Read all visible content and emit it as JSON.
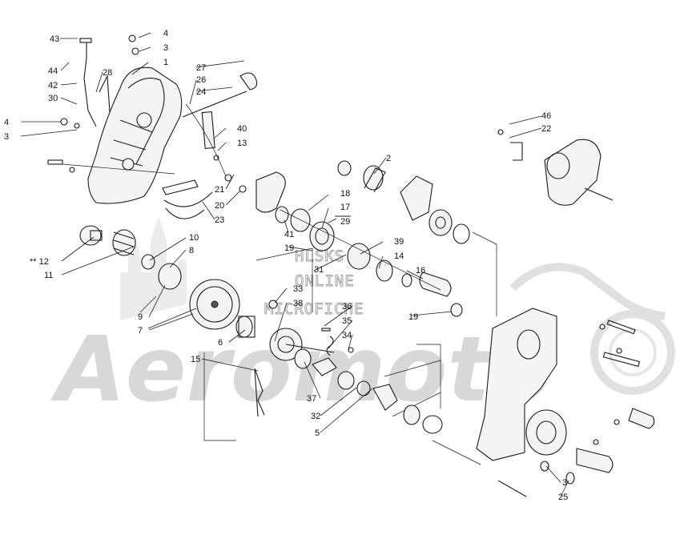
{
  "watermark": {
    "brand": "Aeromoto",
    "stamp_lines": [
      "HLSKS",
      "ONLINE",
      "MICROFICHE"
    ]
  },
  "callouts": [
    {
      "id": "c43",
      "text": "43"
    },
    {
      "id": "c4a",
      "text": "4"
    },
    {
      "id": "c3a",
      "text": "3"
    },
    {
      "id": "c1",
      "text": "1"
    },
    {
      "id": "c44",
      "text": "44"
    },
    {
      "id": "c42",
      "text": "42"
    },
    {
      "id": "c28",
      "text": "28"
    },
    {
      "id": "c30",
      "text": "30"
    },
    {
      "id": "c4b",
      "text": "4"
    },
    {
      "id": "c3b",
      "text": "3"
    },
    {
      "id": "c27",
      "text": "27"
    },
    {
      "id": "c26",
      "text": "26"
    },
    {
      "id": "c24",
      "text": "24"
    },
    {
      "id": "c40",
      "text": "40"
    },
    {
      "id": "c13",
      "text": "13"
    },
    {
      "id": "c21",
      "text": "21"
    },
    {
      "id": "c20",
      "text": "20"
    },
    {
      "id": "c23",
      "text": "23"
    },
    {
      "id": "c46",
      "text": "46"
    },
    {
      "id": "c22",
      "text": "22"
    },
    {
      "id": "c2",
      "text": "2"
    },
    {
      "id": "c18a",
      "text": "18"
    },
    {
      "id": "c17",
      "text": "17"
    },
    {
      "id": "c29",
      "text": "29"
    },
    {
      "id": "c41",
      "text": "41"
    },
    {
      "id": "c19a",
      "text": "19"
    },
    {
      "id": "c39",
      "text": "39"
    },
    {
      "id": "c14",
      "text": "14"
    },
    {
      "id": "c31",
      "text": "31"
    },
    {
      "id": "c16",
      "text": "16"
    },
    {
      "id": "c19b",
      "text": "19"
    },
    {
      "id": "c10",
      "text": "10"
    },
    {
      "id": "c8",
      "text": "8"
    },
    {
      "id": "c12",
      "text": "** 12"
    },
    {
      "id": "c11",
      "text": "11"
    },
    {
      "id": "c9",
      "text": "9"
    },
    {
      "id": "c7",
      "text": "7"
    },
    {
      "id": "c33",
      "text": "33"
    },
    {
      "id": "c38",
      "text": "38"
    },
    {
      "id": "c36",
      "text": "36"
    },
    {
      "id": "c35",
      "text": "35"
    },
    {
      "id": "c34",
      "text": "34"
    },
    {
      "id": "c6",
      "text": "6"
    },
    {
      "id": "c15",
      "text": "15"
    },
    {
      "id": "c37",
      "text": "37"
    },
    {
      "id": "c32",
      "text": "32"
    },
    {
      "id": "c5",
      "text": "5"
    },
    {
      "id": "c3c",
      "text": "3"
    },
    {
      "id": "c25",
      "text": "25"
    }
  ]
}
